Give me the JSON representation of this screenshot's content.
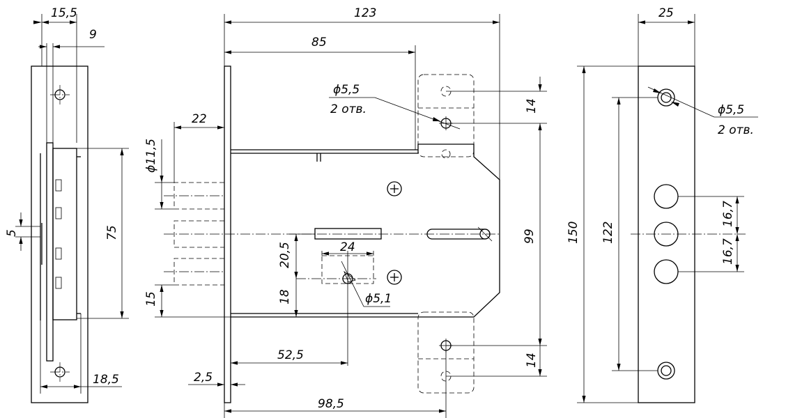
{
  "dimensions": {
    "d15_5": "15,5",
    "d9": "9",
    "d5": "5",
    "d75": "75",
    "d18_5": "18,5",
    "d123": "123",
    "d85": "85",
    "d22": "22",
    "phi11_5": "ϕ11,5",
    "phi5_5_center": "ϕ5,5",
    "holes_center": "2 отв.",
    "d14_top": "14",
    "d99": "99",
    "d20_5": "20,5",
    "d24": "24",
    "d18": "18",
    "phi5_1": "ϕ5,1",
    "d15": "15",
    "d52_5": "52,5",
    "d14_bottom": "14",
    "d2_5": "2,5",
    "d98_5": "98,5",
    "d25": "25",
    "d150": "150",
    "d122": "122",
    "phi5_5_right": "ϕ5,5",
    "holes_right": "2 отв.",
    "d16_7_top": "16,7",
    "d16_7_bottom": "16,7"
  }
}
